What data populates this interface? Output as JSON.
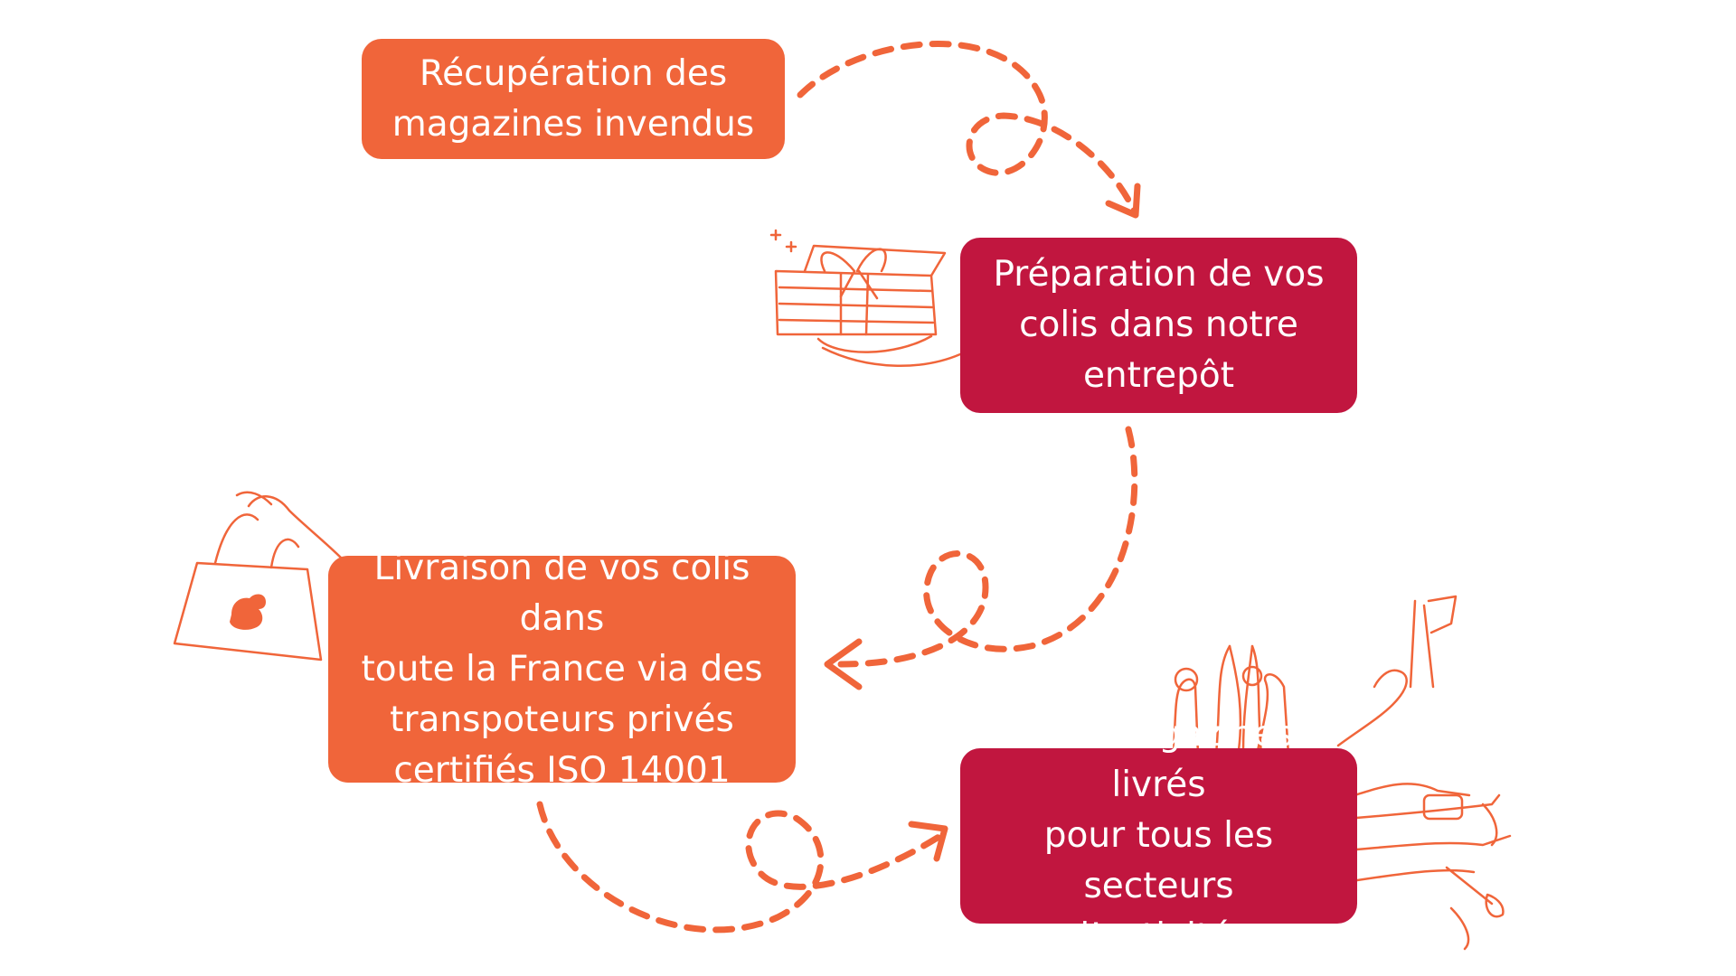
{
  "colors": {
    "orange": "#f0653a",
    "crimson": "#c1163f",
    "line": "#f0653a"
  },
  "steps": [
    {
      "id": "recuperation",
      "lines": [
        "Récupération des",
        "magazines invendus"
      ],
      "color": "orange"
    },
    {
      "id": "preparation",
      "lines": [
        "Préparation de vos",
        "colis dans notre",
        "entrepôt"
      ],
      "color": "crimson"
    },
    {
      "id": "livraison",
      "lines": [
        "Livraison de vos colis dans",
        "toute la France via des",
        "transpoteurs privés",
        "certifiés ISO 14001"
      ],
      "color": "orange"
    },
    {
      "id": "magazines-livres",
      "lines": [
        "Des magazines livrés",
        "pour tous les secteurs",
        "d’activités"
      ],
      "color": "crimson"
    }
  ],
  "icons": [
    "gift-in-hand-icon",
    "shopping-bag-duck-icon",
    "professional-hands-tools-icon"
  ]
}
